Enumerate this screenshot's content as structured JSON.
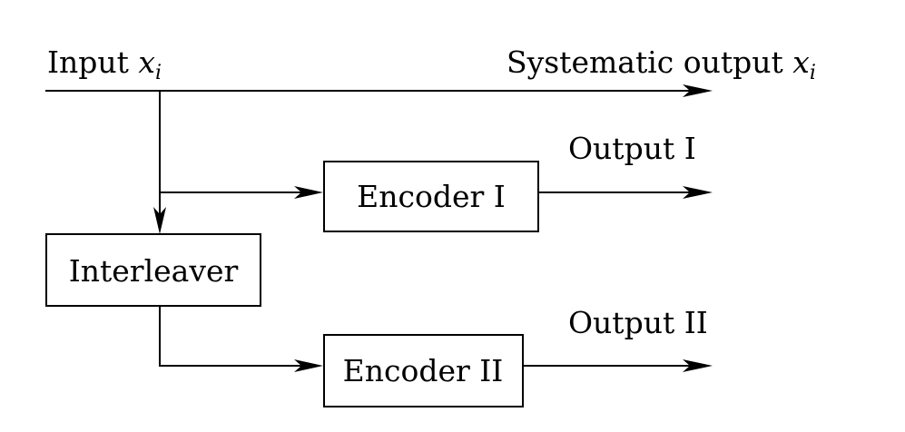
{
  "labels": {
    "input_text": "Input ",
    "input_var": "x",
    "input_sub": "i",
    "systematic_text": "Systematic output ",
    "systematic_var": "x",
    "systematic_sub": "i",
    "output_1": "Output I",
    "output_2": "Output II"
  },
  "blocks": {
    "encoder_1": "Encoder I",
    "interleaver": "Interleaver",
    "encoder_2": "Encoder II"
  }
}
